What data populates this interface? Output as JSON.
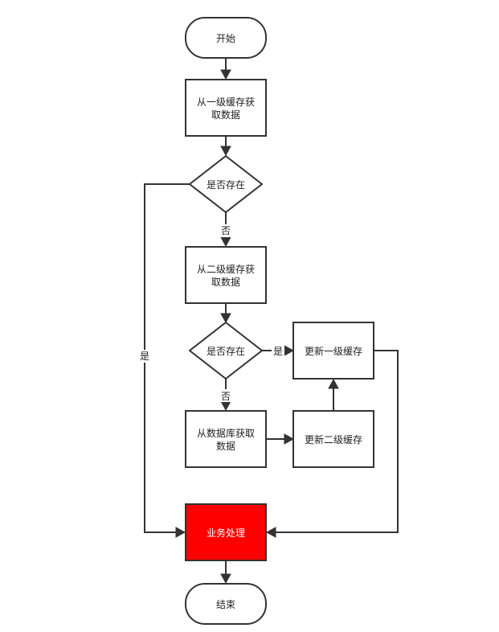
{
  "nodes": {
    "start": "开始",
    "get_l1_line1": "从一级缓存获",
    "get_l1_line2": "取数据",
    "exists1": "是否存在",
    "get_l2_line1": "从二级缓存获",
    "get_l2_line2": "取数据",
    "exists2": "是否存在",
    "update_l1": "更新一级缓存",
    "get_db_line1": "从数据库获取",
    "get_db_line2": "数据",
    "update_l2": "更新二级缓存",
    "process": "业务处理",
    "end": "结束"
  },
  "edge_labels": {
    "no1": "否",
    "yes1": "是",
    "yes2": "是",
    "no2": "否"
  },
  "colors": {
    "highlight": "#ff0000",
    "stroke": "#333333"
  }
}
